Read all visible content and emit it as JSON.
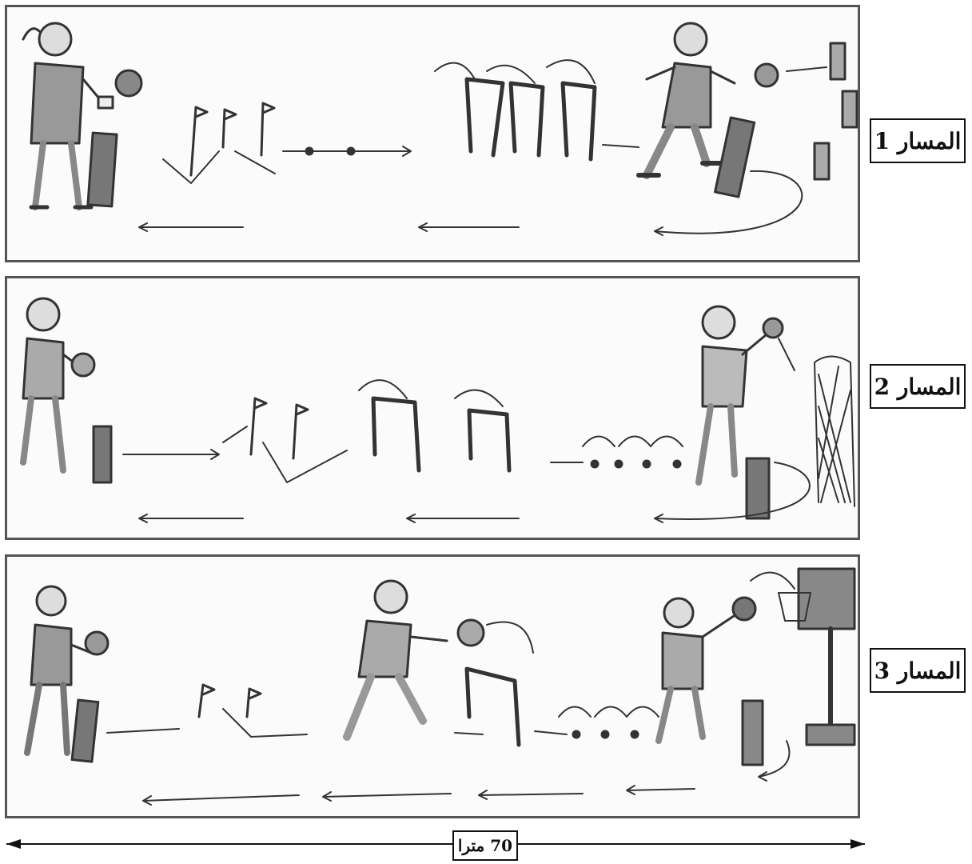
{
  "tracks": [
    {
      "label": "المسار 1"
    },
    {
      "label": "المسار 2"
    },
    {
      "label": "المسار 3"
    }
  ],
  "distance": {
    "label": "70 مترا"
  }
}
